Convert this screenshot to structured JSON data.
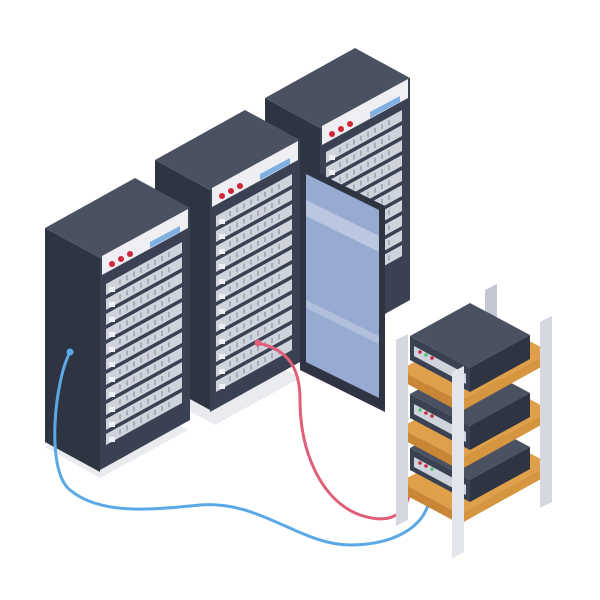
{
  "scene": {
    "subject": "isometric-server-room",
    "racks": [
      {
        "id": "rack-left",
        "led_count": 3
      },
      {
        "id": "rack-middle",
        "led_count": 3,
        "door": "open"
      },
      {
        "id": "rack-back",
        "led_count": 3
      }
    ],
    "shelf": {
      "tiers": 3,
      "devices": 3
    },
    "cables": [
      {
        "id": "cable-blue",
        "color": "#5aa9e6"
      },
      {
        "id": "cable-red",
        "color": "#e0607a"
      }
    ]
  },
  "colors": {
    "rack_dark": "#2e3442",
    "rack_mid": "#394152",
    "rack_top": "#4a5262",
    "panel_bg": "#eeeef3",
    "led_red": "#d0263a",
    "display_blue": "#7fb0e2",
    "unit_face": "#cfd3dc",
    "wood": "#e0a04b",
    "wood_dark": "#c98636",
    "post": "#d6d8e0",
    "glass": "#9fb7e6"
  }
}
